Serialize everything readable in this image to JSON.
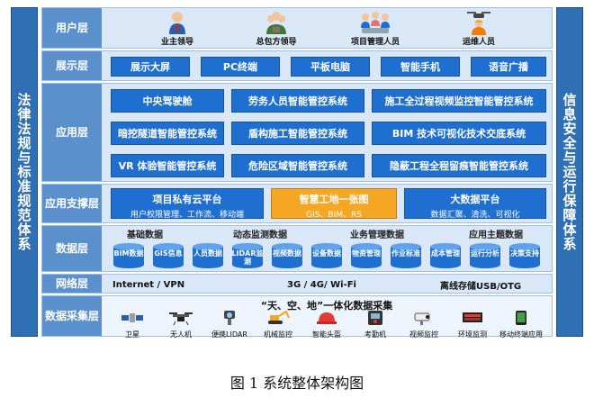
{
  "side_left": "法律法规与标准规范体系",
  "side_right": "信息安全与运行保障体系",
  "layers": {
    "user": {
      "label": "用户层",
      "items": [
        "业主领导",
        "总包方领导",
        "项目管理人员",
        "运维人员"
      ]
    },
    "display": {
      "label": "展示层",
      "items": [
        "展示大屏",
        "PC终端",
        "平板电脑",
        "智能手机",
        "语音广播"
      ]
    },
    "application": {
      "label": "应用层",
      "items": [
        "中央驾驶舱",
        "劳务人员智能管控系统",
        "施工全过程视频监控智能管控系统",
        "暗挖隧道智能管控系统",
        "盾构施工智能管控系统",
        "BIM 技术可视化技术交底系统",
        "VR 体验智能管控系统",
        "危险区域智能管控系统",
        "隐蔽工程全程留痕智能管控系统"
      ]
    },
    "support": {
      "label": "应用支撑层",
      "platforms": [
        {
          "title": "项目私有云平台",
          "sub": "用户权限管理、工作流、移动端"
        },
        {
          "title": "智慧工地一张图",
          "sub": "GIS、BIM、RS"
        },
        {
          "title": "大数据平台",
          "sub": "数据汇聚、清洗、可视化"
        }
      ]
    },
    "data": {
      "label": "数据层",
      "groups": [
        "基础数据",
        "动态监测数据",
        "业务管理数据",
        "应用主题数据"
      ],
      "items": [
        "BIM数据",
        "GIS信息",
        "人员数据",
        "LIDAR监测",
        "视频数据",
        "设备数据",
        "物资管理",
        "作业标准",
        "成本管理",
        "运行分析",
        "决策支持"
      ]
    },
    "network": {
      "label": "网络层",
      "items": [
        "Internet / VPN",
        "3G / 4G/ Wi-Fi",
        "离线存储USB/OTG"
      ]
    },
    "collect": {
      "label": "数据采集层",
      "title": "“天、空、地”一体化数据采集",
      "items": [
        "卫星",
        "无人机",
        "便携LIDAR",
        "机械监控",
        "智能头盔",
        "考勤机",
        "视频监控",
        "环境监测",
        "移动终端应用"
      ]
    }
  },
  "caption": "图 1 系统整体架构图",
  "colors": {
    "primary": "#1f6fd0",
    "label_bg": "#5a90cc",
    "side_bg": "#2f6fb3",
    "layer_bg": "#d9e7f6",
    "highlight": "#f5a623"
  },
  "icons": {
    "user": [
      "person-tie-icon",
      "person-group-icon",
      "people-meeting-icon",
      "worker-drone-icon"
    ],
    "collect": [
      "satellite-icon",
      "drone-icon",
      "lidar-icon",
      "excavator-icon",
      "helmet-icon",
      "attendance-machine-icon",
      "camera-icon",
      "environment-monitor-icon",
      "mobile-phone-icon"
    ]
  }
}
